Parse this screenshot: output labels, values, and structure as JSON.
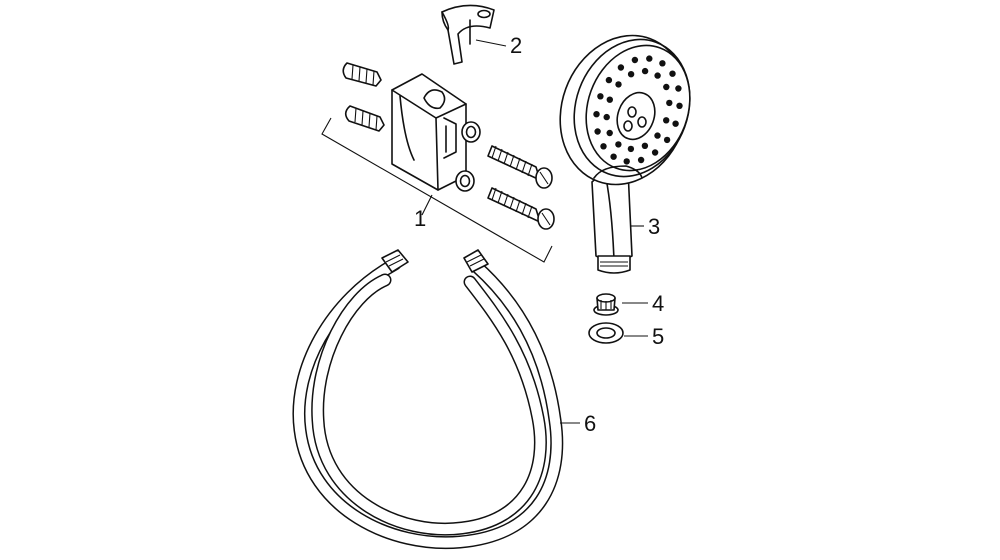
{
  "callouts": {
    "c1": "1",
    "c2": "2",
    "c3": "3",
    "c4": "4",
    "c5": "5",
    "c6": "6"
  },
  "parts": [
    {
      "callout": "1",
      "icon": "wall-bracket-set-icon"
    },
    {
      "callout": "2",
      "icon": "holder-clip-icon"
    },
    {
      "callout": "3",
      "icon": "hand-shower-icon"
    },
    {
      "callout": "4",
      "icon": "filter-insert-icon"
    },
    {
      "callout": "5",
      "icon": "seal-washer-icon"
    },
    {
      "callout": "6",
      "icon": "shower-hose-icon"
    }
  ],
  "colors": {
    "line": "#111111",
    "background": "#ffffff"
  }
}
